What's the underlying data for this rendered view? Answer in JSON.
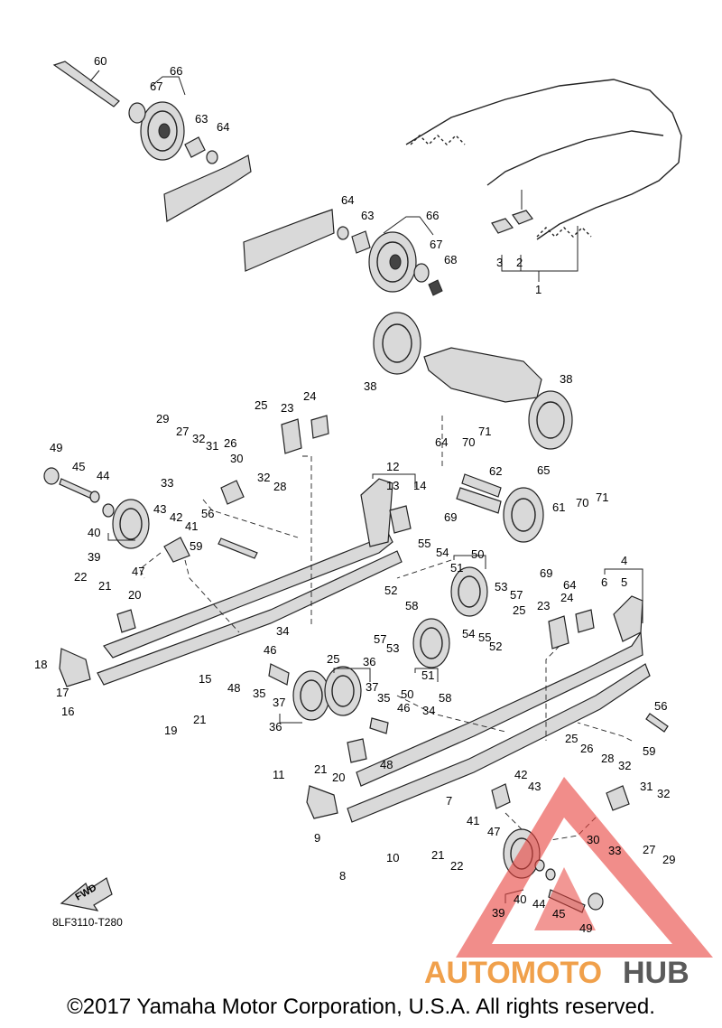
{
  "diagram": {
    "drawing_code": "8LF3110-T280",
    "copyright": "©2017 Yamaha Motor Corporation, U.S.A. All rights reserved.",
    "fwd_label": "FWD",
    "watermark": {
      "part1": "AUTOMOTO",
      "part2": "HUB",
      "color1": "#f0a04b",
      "color2": "#5a5a5a",
      "triangle_color": "#e8413c"
    },
    "callouts": [
      {
        "id": "c60",
        "text": "60"
      },
      {
        "id": "c66a",
        "text": "66"
      },
      {
        "id": "c67a",
        "text": "67"
      },
      {
        "id": "c63a",
        "text": "63"
      },
      {
        "id": "c64a",
        "text": "64"
      },
      {
        "id": "c64b",
        "text": "64"
      },
      {
        "id": "c63b",
        "text": "63"
      },
      {
        "id": "c66b",
        "text": "66"
      },
      {
        "id": "c67b",
        "text": "67"
      },
      {
        "id": "c68",
        "text": "68"
      },
      {
        "id": "c3",
        "text": "3"
      },
      {
        "id": "c2",
        "text": "2"
      },
      {
        "id": "c1",
        "text": "1"
      },
      {
        "id": "c38a",
        "text": "38"
      },
      {
        "id": "c38b",
        "text": "38"
      },
      {
        "id": "c25a",
        "text": "25"
      },
      {
        "id": "c23a",
        "text": "23"
      },
      {
        "id": "c24a",
        "text": "24"
      },
      {
        "id": "c29a",
        "text": "29"
      },
      {
        "id": "c27a",
        "text": "27"
      },
      {
        "id": "c32a",
        "text": "32"
      },
      {
        "id": "c31a",
        "text": "31"
      },
      {
        "id": "c26a",
        "text": "26"
      },
      {
        "id": "c30a",
        "text": "30"
      },
      {
        "id": "c32b",
        "text": "32"
      },
      {
        "id": "c28a",
        "text": "28"
      },
      {
        "id": "c33a",
        "text": "33"
      },
      {
        "id": "c49a",
        "text": "49"
      },
      {
        "id": "c45a",
        "text": "45"
      },
      {
        "id": "c44a",
        "text": "44"
      },
      {
        "id": "c40a",
        "text": "40"
      },
      {
        "id": "c39a",
        "text": "39"
      },
      {
        "id": "c43a",
        "text": "43"
      },
      {
        "id": "c42a",
        "text": "42"
      },
      {
        "id": "c41a",
        "text": "41"
      },
      {
        "id": "c56a",
        "text": "56"
      },
      {
        "id": "c59a",
        "text": "59"
      },
      {
        "id": "c47a",
        "text": "47"
      },
      {
        "id": "c12",
        "text": "12"
      },
      {
        "id": "c13",
        "text": "13"
      },
      {
        "id": "c14",
        "text": "14"
      },
      {
        "id": "c64c",
        "text": "64"
      },
      {
        "id": "c70a",
        "text": "70"
      },
      {
        "id": "c71a",
        "text": "71"
      },
      {
        "id": "c62",
        "text": "62"
      },
      {
        "id": "c65",
        "text": "65"
      },
      {
        "id": "c69a",
        "text": "69"
      },
      {
        "id": "c61",
        "text": "61"
      },
      {
        "id": "c70b",
        "text": "70"
      },
      {
        "id": "c71b",
        "text": "71"
      },
      {
        "id": "c69b",
        "text": "69"
      },
      {
        "id": "c64d",
        "text": "64"
      },
      {
        "id": "c55a",
        "text": "55"
      },
      {
        "id": "c54a",
        "text": "54"
      },
      {
        "id": "c50a",
        "text": "50"
      },
      {
        "id": "c51a",
        "text": "51"
      },
      {
        "id": "c52a",
        "text": "52"
      },
      {
        "id": "c58a",
        "text": "58"
      },
      {
        "id": "c53a",
        "text": "53"
      },
      {
        "id": "c57a",
        "text": "57"
      },
      {
        "id": "c4",
        "text": "4"
      },
      {
        "id": "c6",
        "text": "6"
      },
      {
        "id": "c5",
        "text": "5"
      },
      {
        "id": "c25b",
        "text": "25"
      },
      {
        "id": "c23b",
        "text": "23"
      },
      {
        "id": "c24b",
        "text": "24"
      },
      {
        "id": "c22a",
        "text": "22"
      },
      {
        "id": "c21a",
        "text": "21"
      },
      {
        "id": "c20a",
        "text": "20"
      },
      {
        "id": "c34a",
        "text": "34"
      },
      {
        "id": "c46a",
        "text": "46"
      },
      {
        "id": "c25c",
        "text": "25"
      },
      {
        "id": "c18",
        "text": "18"
      },
      {
        "id": "c17",
        "text": "17"
      },
      {
        "id": "c15",
        "text": "15"
      },
      {
        "id": "c48a",
        "text": "48"
      },
      {
        "id": "c16",
        "text": "16"
      },
      {
        "id": "c19",
        "text": "19"
      },
      {
        "id": "c21b",
        "text": "21"
      },
      {
        "id": "c35a",
        "text": "35"
      },
      {
        "id": "c37a",
        "text": "37"
      },
      {
        "id": "c36a",
        "text": "36"
      },
      {
        "id": "c36b",
        "text": "36"
      },
      {
        "id": "c37b",
        "text": "37"
      },
      {
        "id": "c35b",
        "text": "35"
      },
      {
        "id": "c57b",
        "text": "57"
      },
      {
        "id": "c53b",
        "text": "53"
      },
      {
        "id": "c50b",
        "text": "50"
      },
      {
        "id": "c51b",
        "text": "51"
      },
      {
        "id": "c54b",
        "text": "54"
      },
      {
        "id": "c55b",
        "text": "55"
      },
      {
        "id": "c52b",
        "text": "52"
      },
      {
        "id": "c58b",
        "text": "58"
      },
      {
        "id": "c46b",
        "text": "46"
      },
      {
        "id": "c34b",
        "text": "34"
      },
      {
        "id": "c56b",
        "text": "56"
      },
      {
        "id": "c59b",
        "text": "59"
      },
      {
        "id": "c25d",
        "text": "25"
      },
      {
        "id": "c26b",
        "text": "26"
      },
      {
        "id": "c28b",
        "text": "28"
      },
      {
        "id": "c32c",
        "text": "32"
      },
      {
        "id": "c48b",
        "text": "48"
      },
      {
        "id": "c11",
        "text": "11"
      },
      {
        "id": "c21c",
        "text": "21"
      },
      {
        "id": "c20b",
        "text": "20"
      },
      {
        "id": "c42b",
        "text": "42"
      },
      {
        "id": "c43b",
        "text": "43"
      },
      {
        "id": "c7",
        "text": "7"
      },
      {
        "id": "c41b",
        "text": "41"
      },
      {
        "id": "c47b",
        "text": "47"
      },
      {
        "id": "c31b",
        "text": "31"
      },
      {
        "id": "c32d",
        "text": "32"
      },
      {
        "id": "c9",
        "text": "9"
      },
      {
        "id": "c30b",
        "text": "30"
      },
      {
        "id": "c33b",
        "text": "33"
      },
      {
        "id": "c27b",
        "text": "27"
      },
      {
        "id": "c29b",
        "text": "29"
      },
      {
        "id": "c8",
        "text": "8"
      },
      {
        "id": "c10",
        "text": "10"
      },
      {
        "id": "c21d",
        "text": "21"
      },
      {
        "id": "c22b",
        "text": "22"
      },
      {
        "id": "c40b",
        "text": "40"
      },
      {
        "id": "c44b",
        "text": "44"
      },
      {
        "id": "c39b",
        "text": "39"
      },
      {
        "id": "c45b",
        "text": "45"
      },
      {
        "id": "c49b",
        "text": "49"
      }
    ]
  }
}
